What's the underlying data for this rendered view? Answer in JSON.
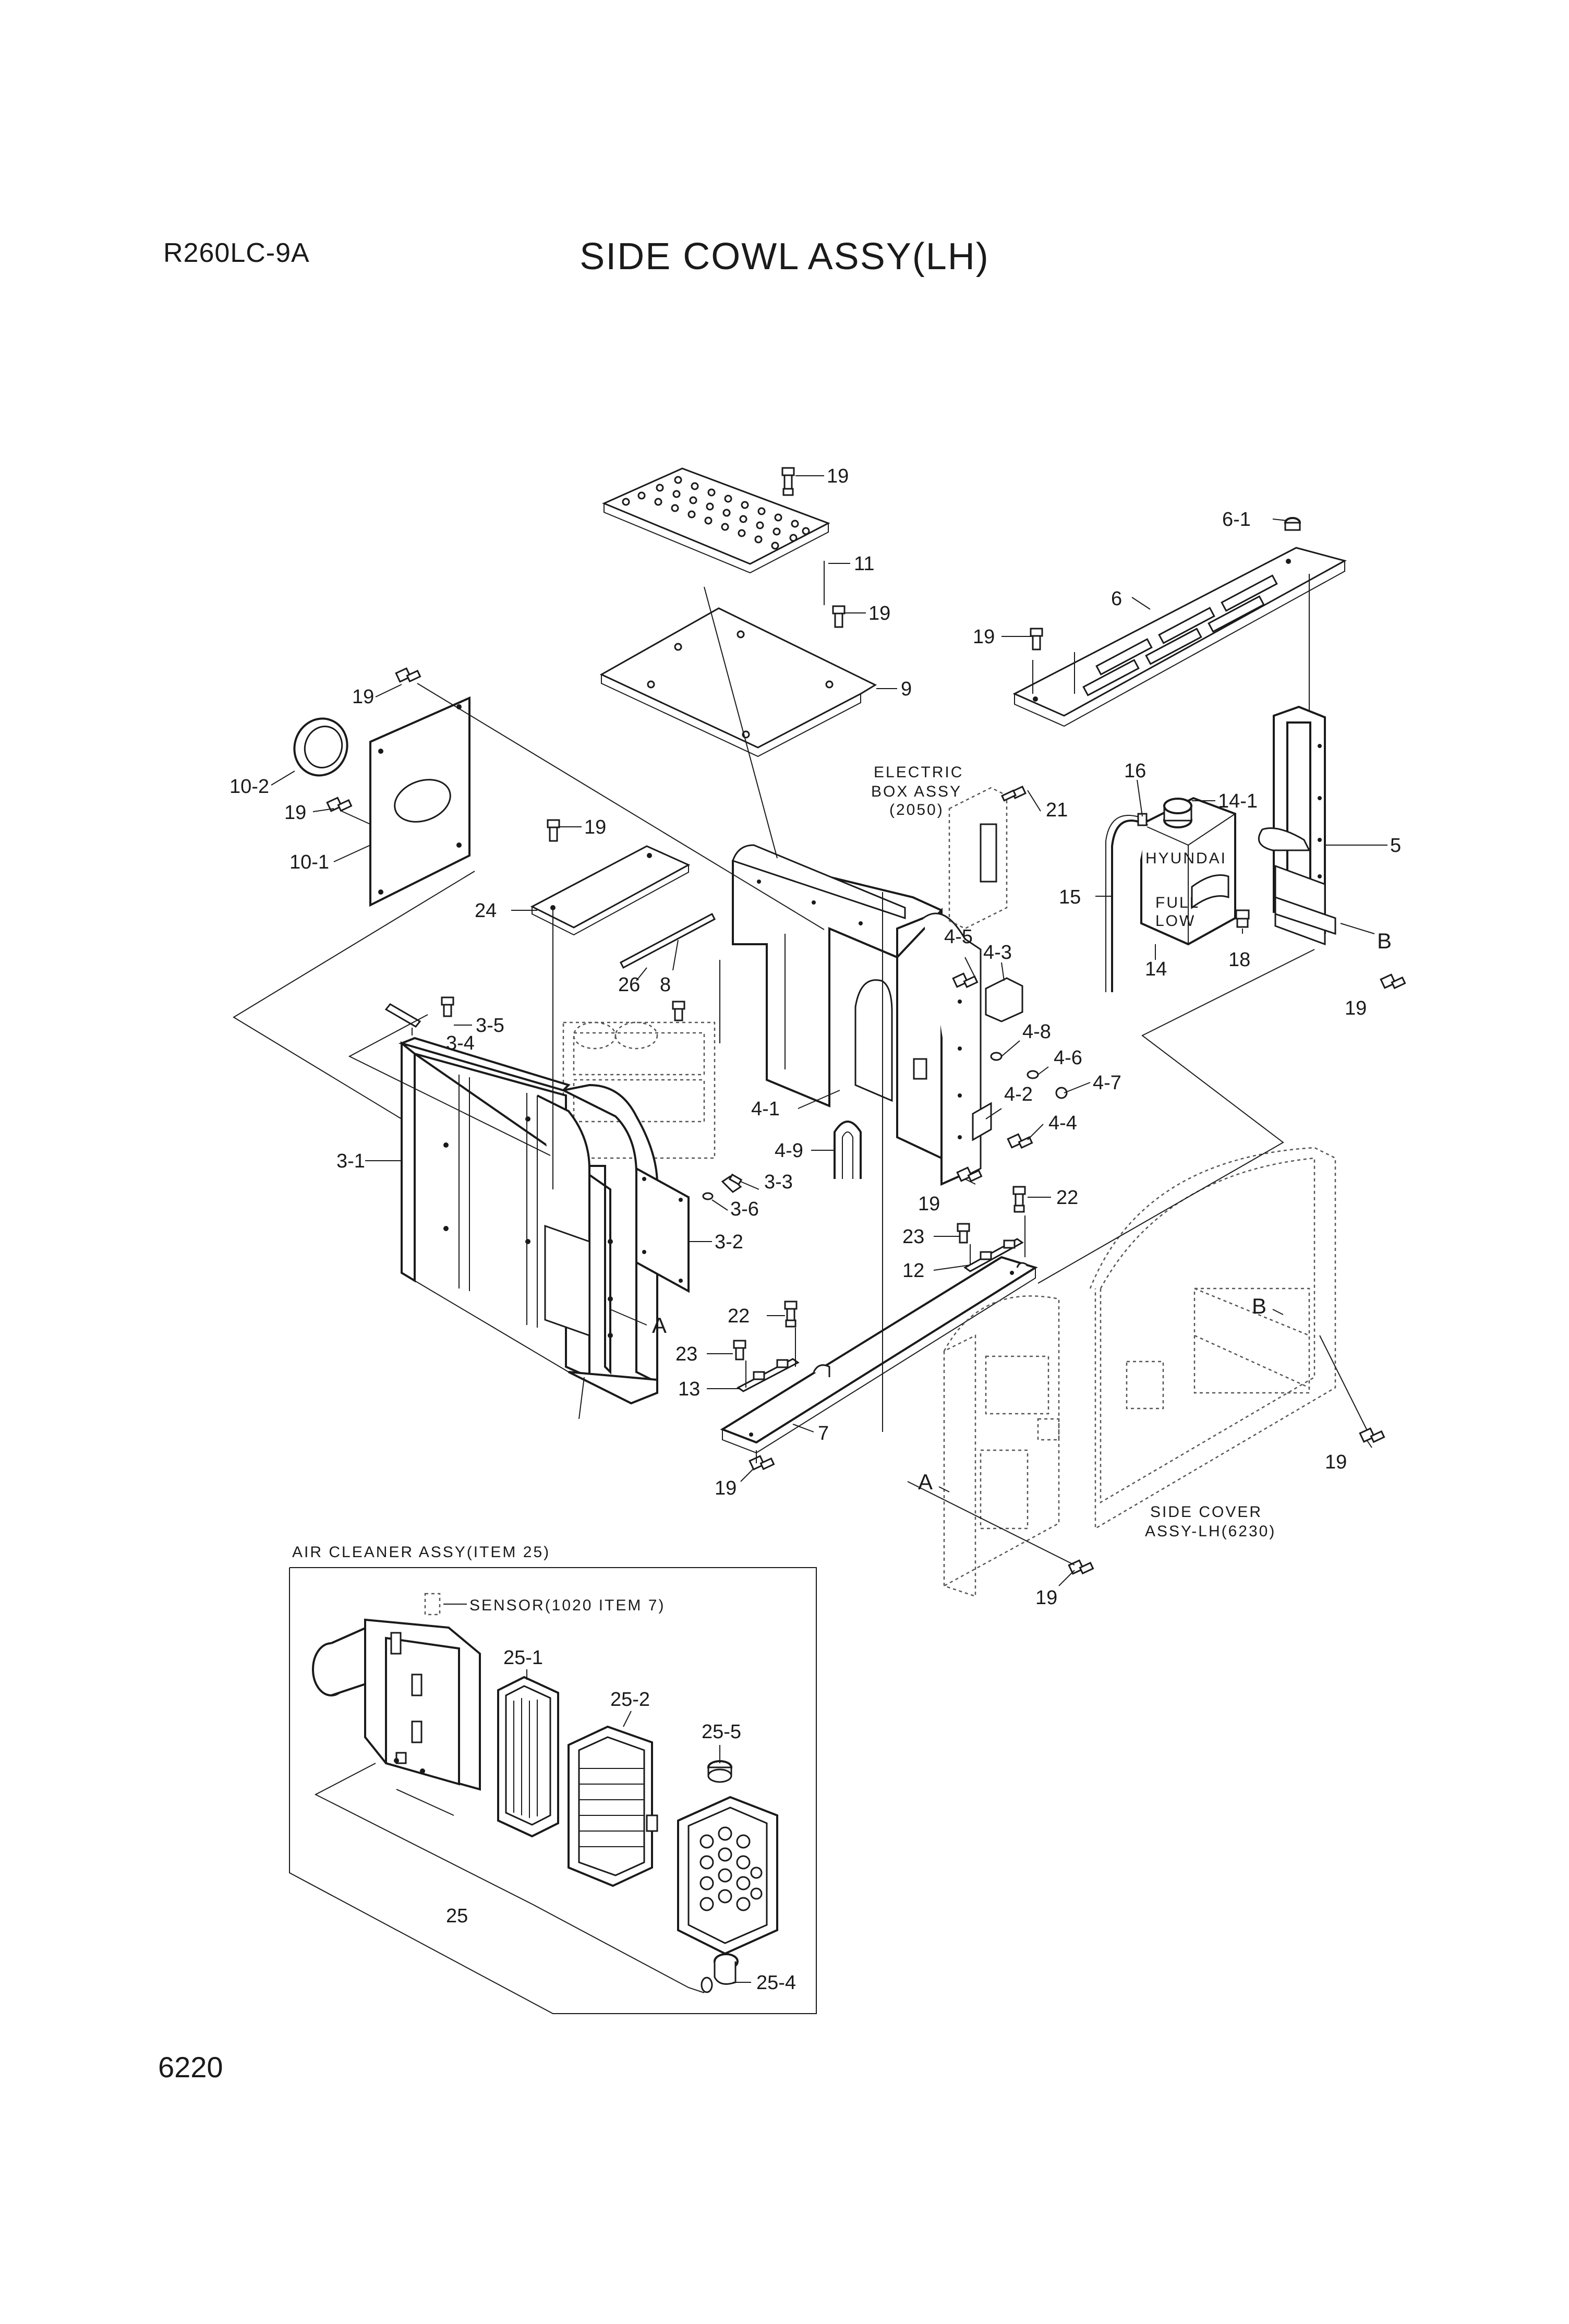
{
  "header": {
    "model": "R260LC-9A",
    "title": "SIDE COWL ASSY(LH)"
  },
  "footer": {
    "page_number": "6220"
  },
  "callouts": {
    "p19": "19",
    "p11": "11",
    "p9": "9",
    "p6_1": "6-1",
    "p6": "6",
    "p10_2": "10-2",
    "p10_1": "10-1",
    "p16": "16",
    "p14_1": "14-1",
    "p5": "5",
    "p15": "15",
    "p14": "14",
    "p18": "18",
    "pB": "B",
    "p21": "21",
    "p24": "24",
    "p26": "26",
    "p8": "8",
    "p4_5": "4-5",
    "p4_3": "4-3",
    "p3_5": "3-5",
    "p3_4": "3-4",
    "p4_8": "4-8",
    "p4_6": "4-6",
    "p4_7": "4-7",
    "p4_1": "4-1",
    "p4_2": "4-2",
    "p4_4": "4-4",
    "p3_1": "3-1",
    "p4_9": "4-9",
    "p3_3": "3-3",
    "p3_6": "3-6",
    "p22": "22",
    "p23": "23",
    "p12": "12",
    "p3_2": "3-2",
    "pA": "A",
    "p13": "13",
    "p7": "7",
    "p25_1": "25-1",
    "p25_2": "25-2",
    "p25_5": "25-5",
    "p25": "25",
    "p25_4": "25-4"
  },
  "notes": {
    "electric_box_line1": "ELECTRIC",
    "electric_box_line2": "BOX ASSY",
    "electric_box_line3": "(2050)",
    "side_cover_line1": "SIDE COVER",
    "side_cover_line2": "ASSY-LH(6230)",
    "air_cleaner_title": "AIR CLEANER ASSY(ITEM 25)",
    "sensor": "SENSOR(1020 ITEM 7)",
    "tank_label": "HYUNDAI",
    "tank_full": "FULL",
    "tank_low": "LOW"
  }
}
